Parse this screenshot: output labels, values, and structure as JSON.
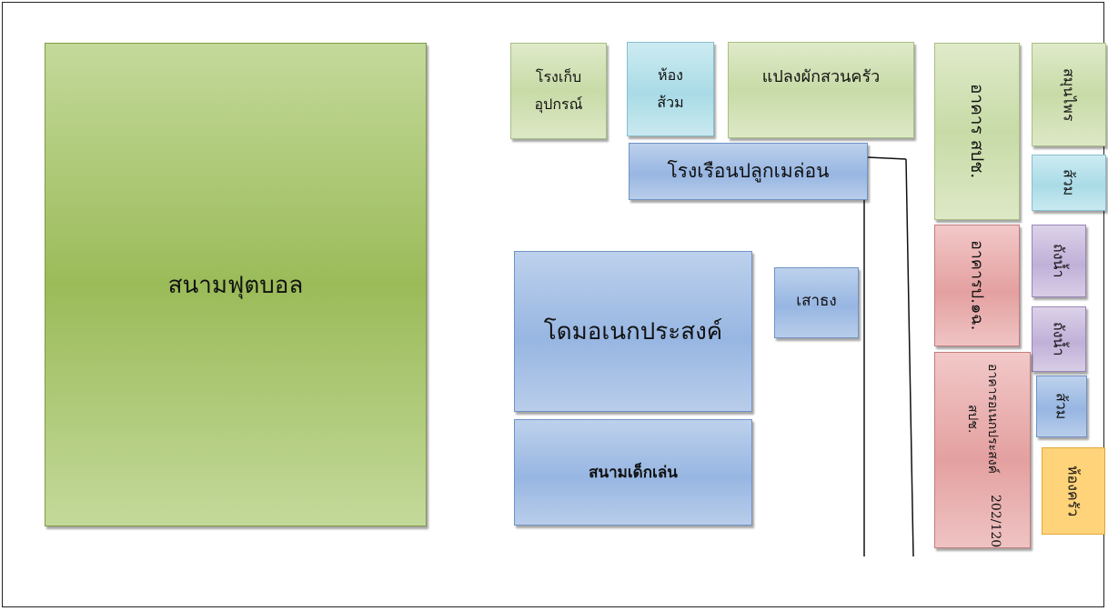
{
  "areas": {
    "football_field": "สนามฟุตบอล",
    "tool_shed": [
      "โรงเก็บ",
      "อุปกรณ์"
    ],
    "toilet_top": [
      "ห้อง",
      "ส้วม"
    ],
    "vegetable_garden": "แปลงผักสวนครัว",
    "melon_greenhouse": "โรงเรือนปลูกเมล่อน",
    "multipurpose_dome": "โดมอเนกประสงค์",
    "flagpole": "เสาธง",
    "playground": "สนามเด็กเล่น",
    "building_spch": "อาคาร สปช.",
    "herbs": "สมุนไพร",
    "toilet_right": "ส้วม",
    "building_p1": "อาคารป.๑ฉ.",
    "water_tank_1": "ถังน้ำ",
    "water_tank_2": "ถังน้ำ",
    "multipurpose_building": "อาคารอเนกประสงค์ สปช.",
    "multipurpose_building_code": "202/120",
    "toilet_lower": "ส้วม",
    "kitchen": "ห้องครัว"
  },
  "colors": {
    "green_light": "#c8dba7",
    "green_dark": "#9bbb59",
    "cyan": "#a9dbe6",
    "blue": "#97b6e2",
    "red": "#e4a0a0",
    "purple": "#c0b0d8",
    "orange": "#ffd37a"
  }
}
